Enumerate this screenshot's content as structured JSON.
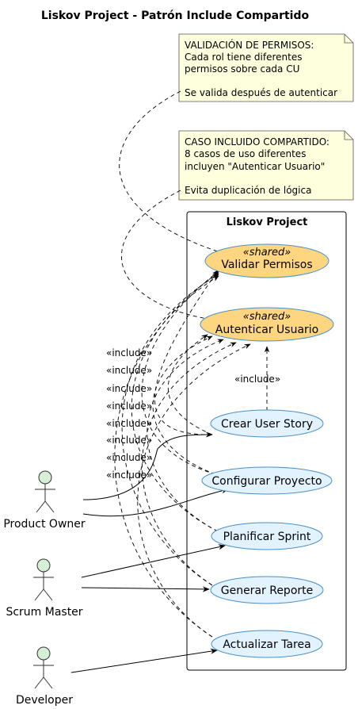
{
  "title": "Liskov Project - Patrón Include Compartido",
  "notes": [
    {
      "lines": [
        "VALIDACIÓN DE PERMISOS:",
        "Cada rol tiene diferentes",
        "permisos sobre cada CU",
        "",
        "Se valida después de autenticar"
      ]
    },
    {
      "lines": [
        "CASO INCLUIDO COMPARTIDO:",
        "8 casos de uso diferentes",
        "incluyen \"Autenticar Usuario\"",
        "",
        "Evita duplicación de lógica"
      ]
    }
  ],
  "system": {
    "label": "Liskov Project"
  },
  "shared_use_cases": [
    {
      "stereotype": "«shared»",
      "label": "Validar Permisos"
    },
    {
      "stereotype": "«shared»",
      "label": "Autenticar Usuario"
    }
  ],
  "use_cases": [
    {
      "label": "Crear User Story"
    },
    {
      "label": "Configurar Proyecto"
    },
    {
      "label": "Planificar Sprint"
    },
    {
      "label": "Generar Reporte"
    },
    {
      "label": "Actualizar Tarea"
    }
  ],
  "actors": [
    {
      "label": "Product Owner"
    },
    {
      "label": "Scrum Master"
    },
    {
      "label": "Developer"
    }
  ],
  "include_label": "«include»",
  "include_labels": [
    "«include»",
    "«include»",
    "«include»",
    "«include»",
    "«include»",
    "«include»",
    "«include»",
    "«include»"
  ],
  "colors": {
    "note_fill": "#FEFFDD",
    "shared_fill": "#FFD680",
    "usecase_fill": "#E2F2FE",
    "usecase_stroke": "#4A90C8",
    "actor_fill": "#D6F0D6"
  }
}
